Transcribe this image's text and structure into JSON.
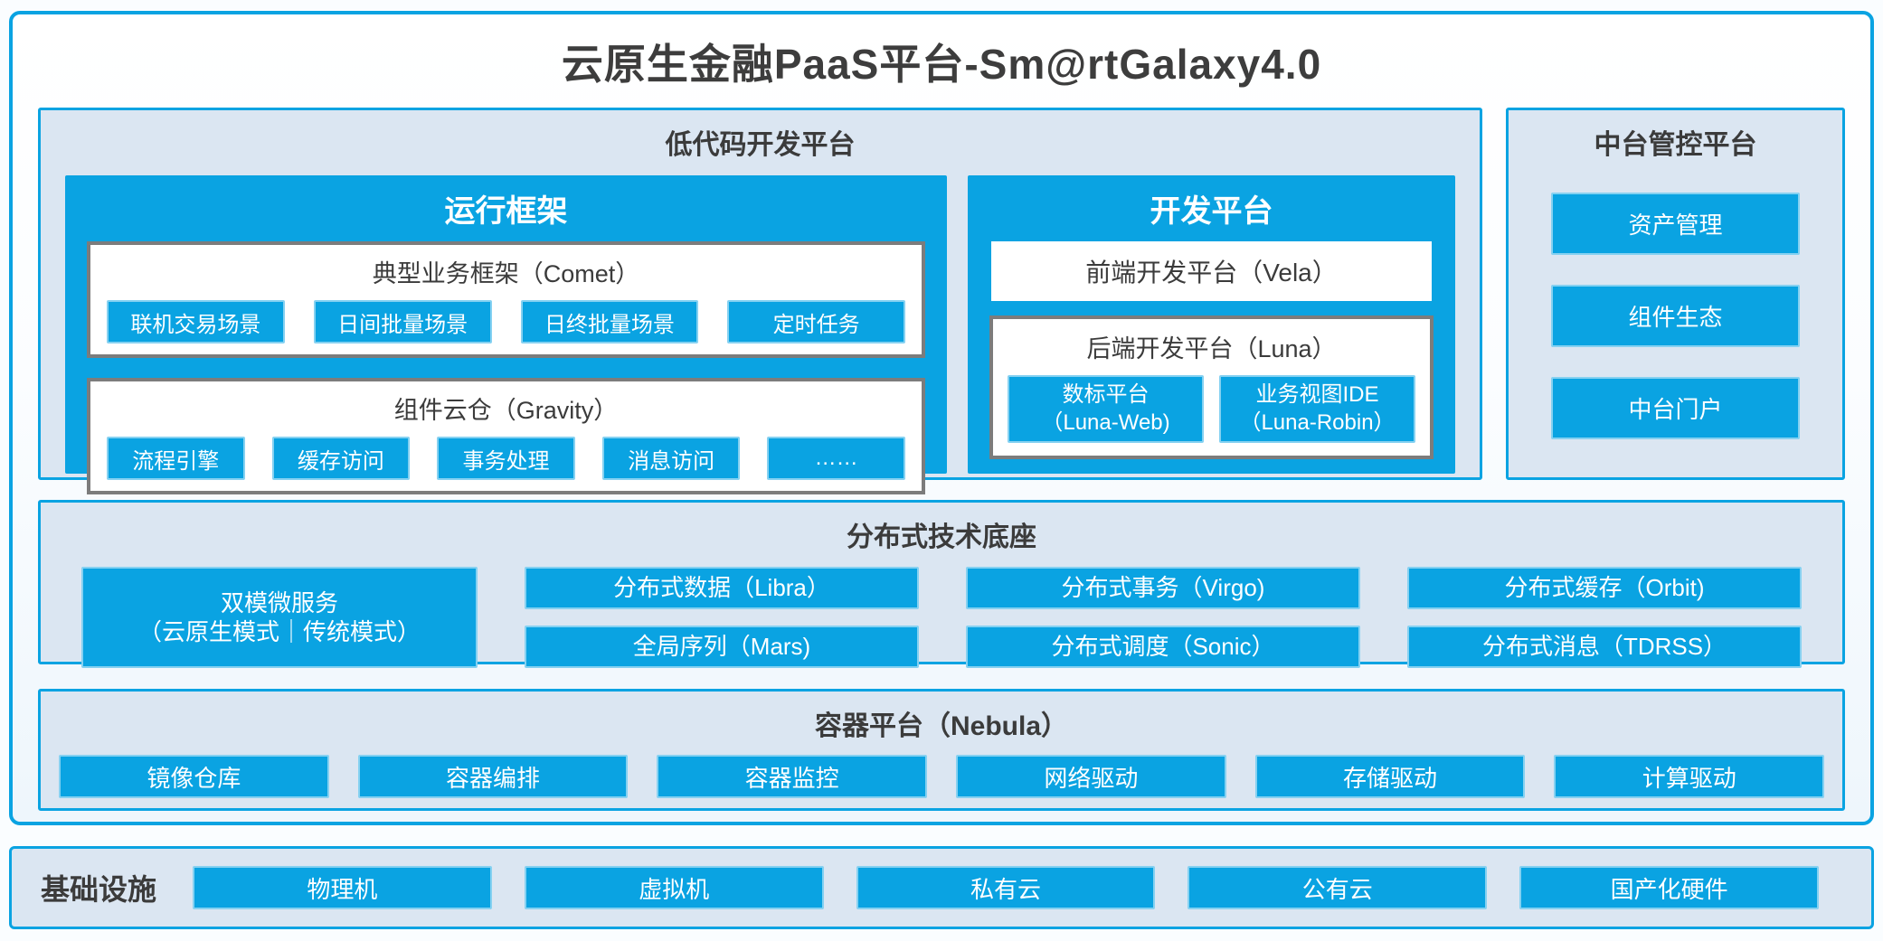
{
  "title": "云原生金融PaaS平台-Sm@rtGalaxy4.0",
  "colors": {
    "accent_blue": "#0aa3e2",
    "panel_bg": "#dbe6f2",
    "box_border_gray": "#7c7c7c",
    "text_dark": "#3b3b3b",
    "text_on_blue": "#ffffff"
  },
  "low_code": {
    "title": "低代码开发平台",
    "runtime": {
      "title": "运行框架",
      "comet": {
        "title": "典型业务框架（Comet）",
        "items": [
          "联机交易场景",
          "日间批量场景",
          "日终批量场景",
          "定时任务"
        ]
      },
      "gravity": {
        "title": "组件云仓（Gravity）",
        "items": [
          "流程引擎",
          "缓存访问",
          "事务处理",
          "消息访问",
          "……"
        ]
      }
    },
    "dev": {
      "title": "开发平台",
      "vela": "前端开发平台（Vela）",
      "luna": {
        "title": "后端开发平台（Luna）",
        "items": [
          {
            "line1": "数标平台",
            "line2": "（Luna-Web)"
          },
          {
            "line1": "业务视图IDE",
            "line2": "（Luna-Robin）"
          }
        ]
      }
    }
  },
  "midplatform": {
    "title": "中台管控平台",
    "items": [
      "资产管理",
      "组件生态",
      "中台门户"
    ]
  },
  "distributed": {
    "title": "分布式技术底座",
    "dual_mode": {
      "line1": "双模微服务",
      "line2": "（云原生模式｜传统模式）"
    },
    "row1": [
      "分布式数据（Libra）",
      "分布式事务（Virgo)",
      "分布式缓存（Orbit)"
    ],
    "row2": [
      "全局序列（Mars)",
      "分布式调度（Sonic）",
      "分布式消息（TDRSS）"
    ]
  },
  "container_platform": {
    "title": "容器平台（Nebula）",
    "items": [
      "镜像仓库",
      "容器编排",
      "容器监控",
      "网络驱动",
      "存储驱动",
      "计算驱动"
    ]
  },
  "infrastructure": {
    "title": "基础设施",
    "items": [
      "物理机",
      "虚拟机",
      "私有云",
      "公有云",
      "国产化硬件"
    ]
  }
}
